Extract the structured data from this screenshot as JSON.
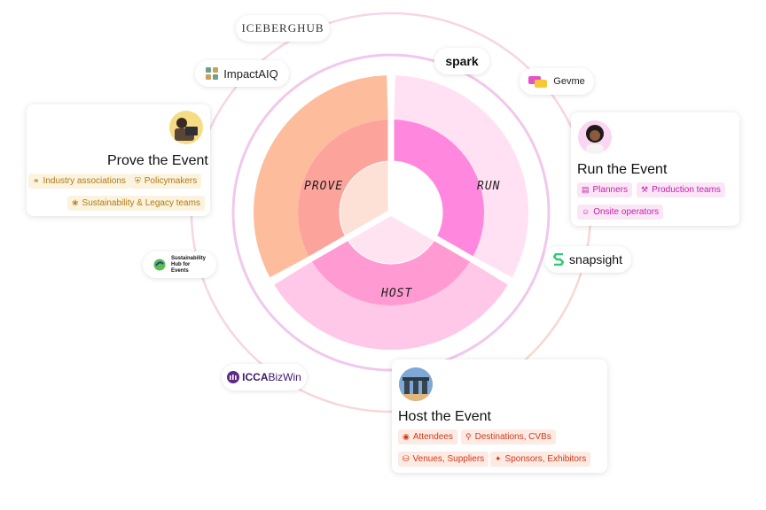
{
  "wheel": {
    "segments": [
      {
        "label": "PROVE",
        "color": "#fdb99a"
      },
      {
        "label": "RUN",
        "color": "#ff8ee0"
      },
      {
        "label": "HOST",
        "color": "#ffc4e6"
      }
    ]
  },
  "partners": {
    "iceberghub": "ICEBERGHUB",
    "impactaiq": "ImpactAIQ",
    "spark": "spark",
    "gevme": "Gevme",
    "sustainability_hub": "Sustainability Hub for Events",
    "snapsight": "snapsight",
    "icca_bold": "ICCA",
    "icca_light": "BizWin"
  },
  "cards": {
    "prove": {
      "title": "Prove the Event",
      "tags": [
        "Industry associations",
        "Policymakers",
        "Sustainability & Legacy teams"
      ]
    },
    "run": {
      "title": "Run the Event",
      "tags": [
        "Planners",
        "Production teams",
        "Onsite operators"
      ]
    },
    "host": {
      "title": "Host the Event",
      "tags": [
        "Attendees",
        "Destinations, CVBs",
        "Venues, Suppliers",
        "Sponsors, Exhibitors"
      ]
    }
  }
}
